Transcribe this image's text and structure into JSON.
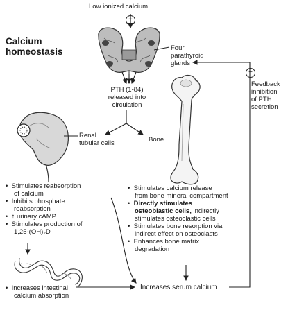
{
  "title_line1": "Calcium",
  "title_line2": "homeostasis",
  "low_calcium": "Low ionized calcium",
  "plus_sign": "+",
  "minus_sign": "−",
  "glands": [
    "Four",
    "parathyroid",
    "glands"
  ],
  "pth": [
    "PTH (1-84)",
    "released into",
    "circulation"
  ],
  "renal": [
    "Renal",
    "tubular cells"
  ],
  "bone_label": "Bone",
  "feedback": [
    "Feedback",
    "inhibition",
    "of PTH",
    "secretion"
  ],
  "kidney_effects": [
    {
      "bullet": "•",
      "lines": [
        "Stimulates reabsorption",
        "of calcium"
      ]
    },
    {
      "bullet": "•",
      "lines": [
        "Inhibits phosphate",
        "reabsorption"
      ]
    },
    {
      "bullet": "•",
      "lines": [
        "↑ urinary cAMP"
      ]
    },
    {
      "bullet": "•",
      "lines": [
        "Stimulates production of",
        "1,25-(OH)₂D"
      ]
    }
  ],
  "bone_effects": [
    {
      "bullet": "•",
      "lines": [
        "Stimulates calcium release",
        "from bone mineral compartment"
      ]
    },
    {
      "bullet": "•",
      "bold": "Directly stimulates",
      "bold2": "osteoblastic cells,",
      "rest": "indirectly",
      "lines": [
        "stimulates osteoclastic cells"
      ]
    },
    {
      "bullet": "•",
      "lines": [
        "Stimulates bone resorption via",
        "indirect effect on osteoclasts"
      ]
    },
    {
      "bullet": "•",
      "lines": [
        "Enhances bone matrix",
        "degradation"
      ]
    }
  ],
  "intestine_effect": [
    "Increases intestinal",
    "calcium absorption"
  ],
  "intestine_bullet": "•",
  "serum_calcium": "Increases serum calcium"
}
